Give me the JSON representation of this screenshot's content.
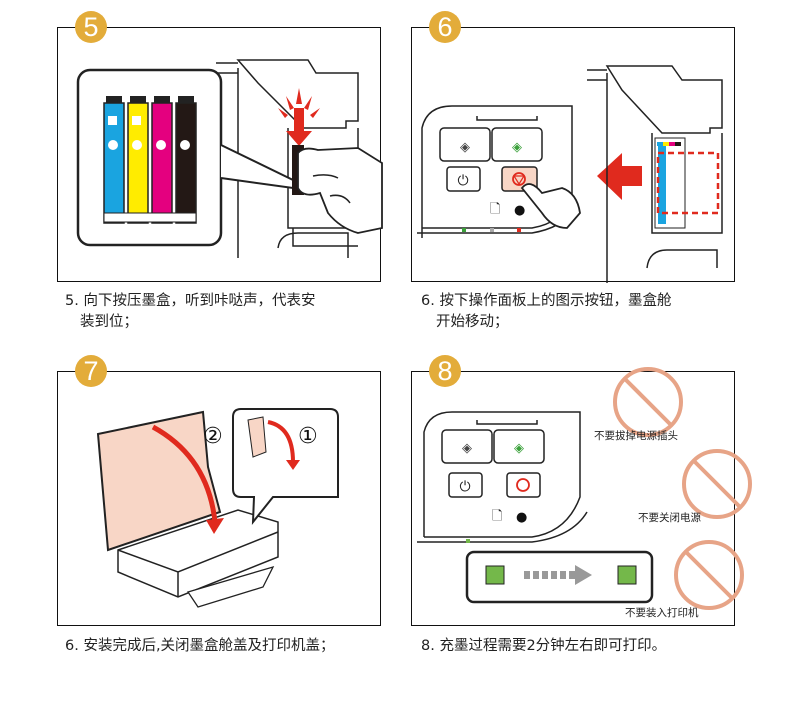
{
  "steps": [
    {
      "number": "5",
      "caption_line1": "5. 向下按压墨盒，听到咔哒声，代表安",
      "caption_line2": "装到位；"
    },
    {
      "number": "6",
      "caption_line1": "6. 按下操作面板上的图示按钮，墨盒舱",
      "caption_line2": "开始移动；"
    },
    {
      "number": "7",
      "caption_line1": "6. 安装完成后,关闭墨盒舱盖及打印机盖；"
    },
    {
      "number": "8",
      "caption_line1": "8. 充墨过程需要2分钟左右即可打印。"
    }
  ],
  "step7_labels": {
    "first": "①",
    "second": "②"
  },
  "warnings": [
    "不要拔掉电源插头",
    "不要关闭电源",
    "不要装入打印机"
  ],
  "colors": {
    "badge": "#e3ac3a",
    "arrow_red": "#e02a1e",
    "prohibit": "#e7a487",
    "led_green": "#74b84a",
    "cyan": "#1aa4e0",
    "yellow": "#ffec00",
    "magenta": "#e4007f",
    "black": "#231815"
  }
}
